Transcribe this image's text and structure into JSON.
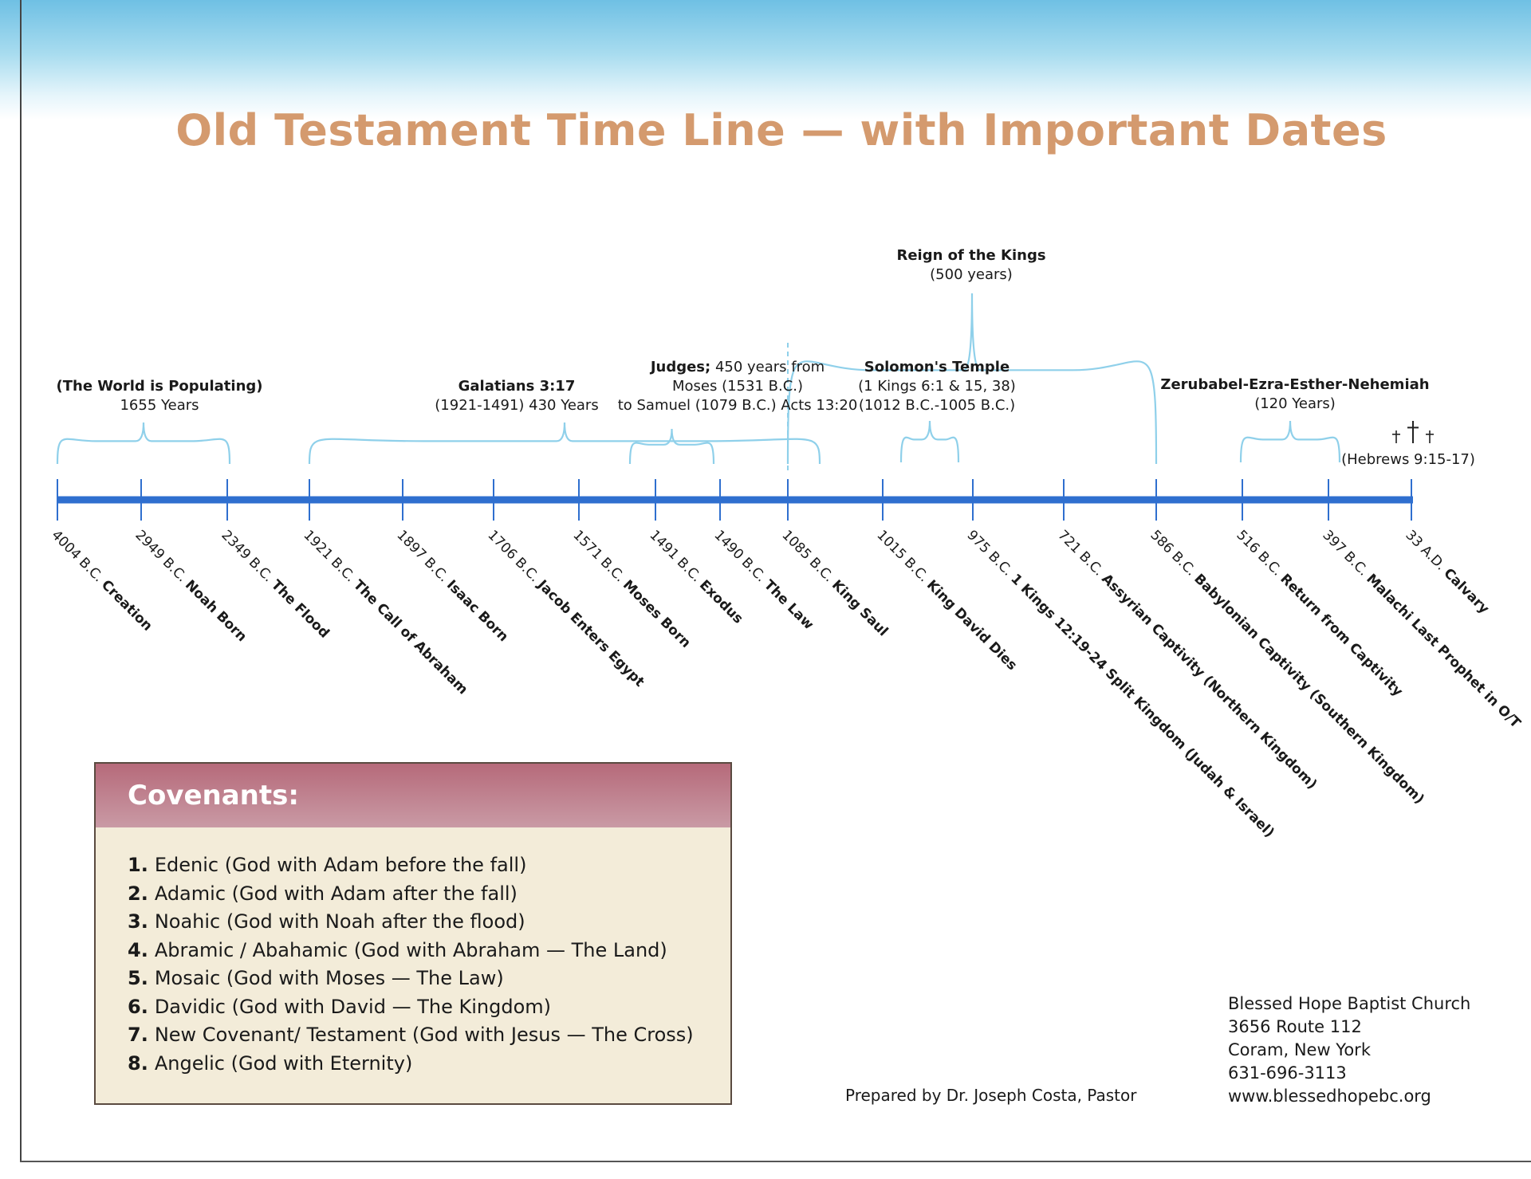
{
  "title": "Old Testament Time Line — with Important Dates",
  "periods": [
    {
      "key": "populating",
      "lines": [
        "(The World is Populating)",
        "1655 Years"
      ]
    },
    {
      "key": "galatians",
      "lines": [
        "Galatians 3:17",
        "(1921-1491) 430 Years"
      ]
    },
    {
      "key": "judges",
      "lines": [
        "Judges; 450 years from",
        "Moses (1531 B.C.)",
        "to Samuel (1079 B.C.) Acts 13:20"
      ]
    },
    {
      "key": "kings",
      "lines": [
        "Reign of the Kings",
        "(500 years)"
      ]
    },
    {
      "key": "temple",
      "lines": [
        "Solomon's Temple",
        "(1 Kings 6:1 & 15, 38)",
        "(1012 B.C.-1005 B.C.)"
      ]
    },
    {
      "key": "zerubabel",
      "lines": [
        "Zerubabel-Ezra-Esther-Nehemiah",
        "(120 Years)"
      ]
    },
    {
      "key": "hebrews",
      "lines": [
        "(Hebrews 9:15-17)"
      ]
    }
  ],
  "events": [
    {
      "date": "4004 B.C.",
      "name": "Creation"
    },
    {
      "date": "2949 B.C.",
      "name": "Noah Born"
    },
    {
      "date": "2349 B.C.",
      "name": "The Flood"
    },
    {
      "date": "1921 B.C.",
      "name": "The Call of Abraham"
    },
    {
      "date": "1897 B.C.",
      "name": "Isaac Born"
    },
    {
      "date": "1706 B.C.",
      "name": "Jacob Enters Egypt"
    },
    {
      "date": "1571 B.C.",
      "name": "Moses Born"
    },
    {
      "date": "1491 B.C.",
      "name": "Exodus"
    },
    {
      "date": "1490 B.C.",
      "name": "The Law"
    },
    {
      "date": "1085 B.C.",
      "name": "King Saul"
    },
    {
      "date": "1015 B.C.",
      "name": "King David Dies"
    },
    {
      "date": "975 B.C.",
      "name": "1 Kings 12:19-24 Split Kingdom (Judah & Israel)"
    },
    {
      "date": "721 B.C.",
      "name": "Assyrian Captivity (Northern Kingdom)"
    },
    {
      "date": "586 B.C.",
      "name": "Babylonian Captivity (Southern Kingdom)"
    },
    {
      "date": "516 B.C.",
      "name": "Return from Captivity"
    },
    {
      "date": "397 B.C.",
      "name": "Malachi Last Prophet in O/T"
    },
    {
      "date": "33 A.D.",
      "name": "Calvary"
    }
  ],
  "colors": {
    "timeline": "#2f6fcf",
    "bracket": "#8fd0ea",
    "title": "#d49a6e",
    "covenant_header": "#b66a7a",
    "covenant_bg": "#f3ecd9"
  },
  "icons": [
    "three-crosses-icon"
  ],
  "covenants": {
    "title": "Covenants:",
    "items": [
      {
        "num": "1.",
        "text": "Edenic (God with Adam before the fall)"
      },
      {
        "num": "2.",
        "text": "Adamic (God with Adam after the fall)"
      },
      {
        "num": "3.",
        "text": "Noahic (God with Noah after the flood)"
      },
      {
        "num": "4.",
        "text": "Abramic / Abahamic (God with Abraham — The Land)"
      },
      {
        "num": "5.",
        "text": "Mosaic (God with Moses — The Law)"
      },
      {
        "num": "6.",
        "text": "Davidic (God with David — The Kingdom)"
      },
      {
        "num": "7.",
        "text": "New Covenant/ Testament (God with Jesus — The Cross)"
      },
      {
        "num": "8.",
        "text": "Angelic (God with Eternity)"
      }
    ]
  },
  "prepared_by": "Prepared by Dr. Joseph Costa, Pastor",
  "church": {
    "name": "Blessed Hope Baptist Church",
    "address": "3656 Route 112",
    "city": "Coram, New York",
    "phone": "631-696-3113",
    "website": "www.blessedhopebc.org"
  }
}
